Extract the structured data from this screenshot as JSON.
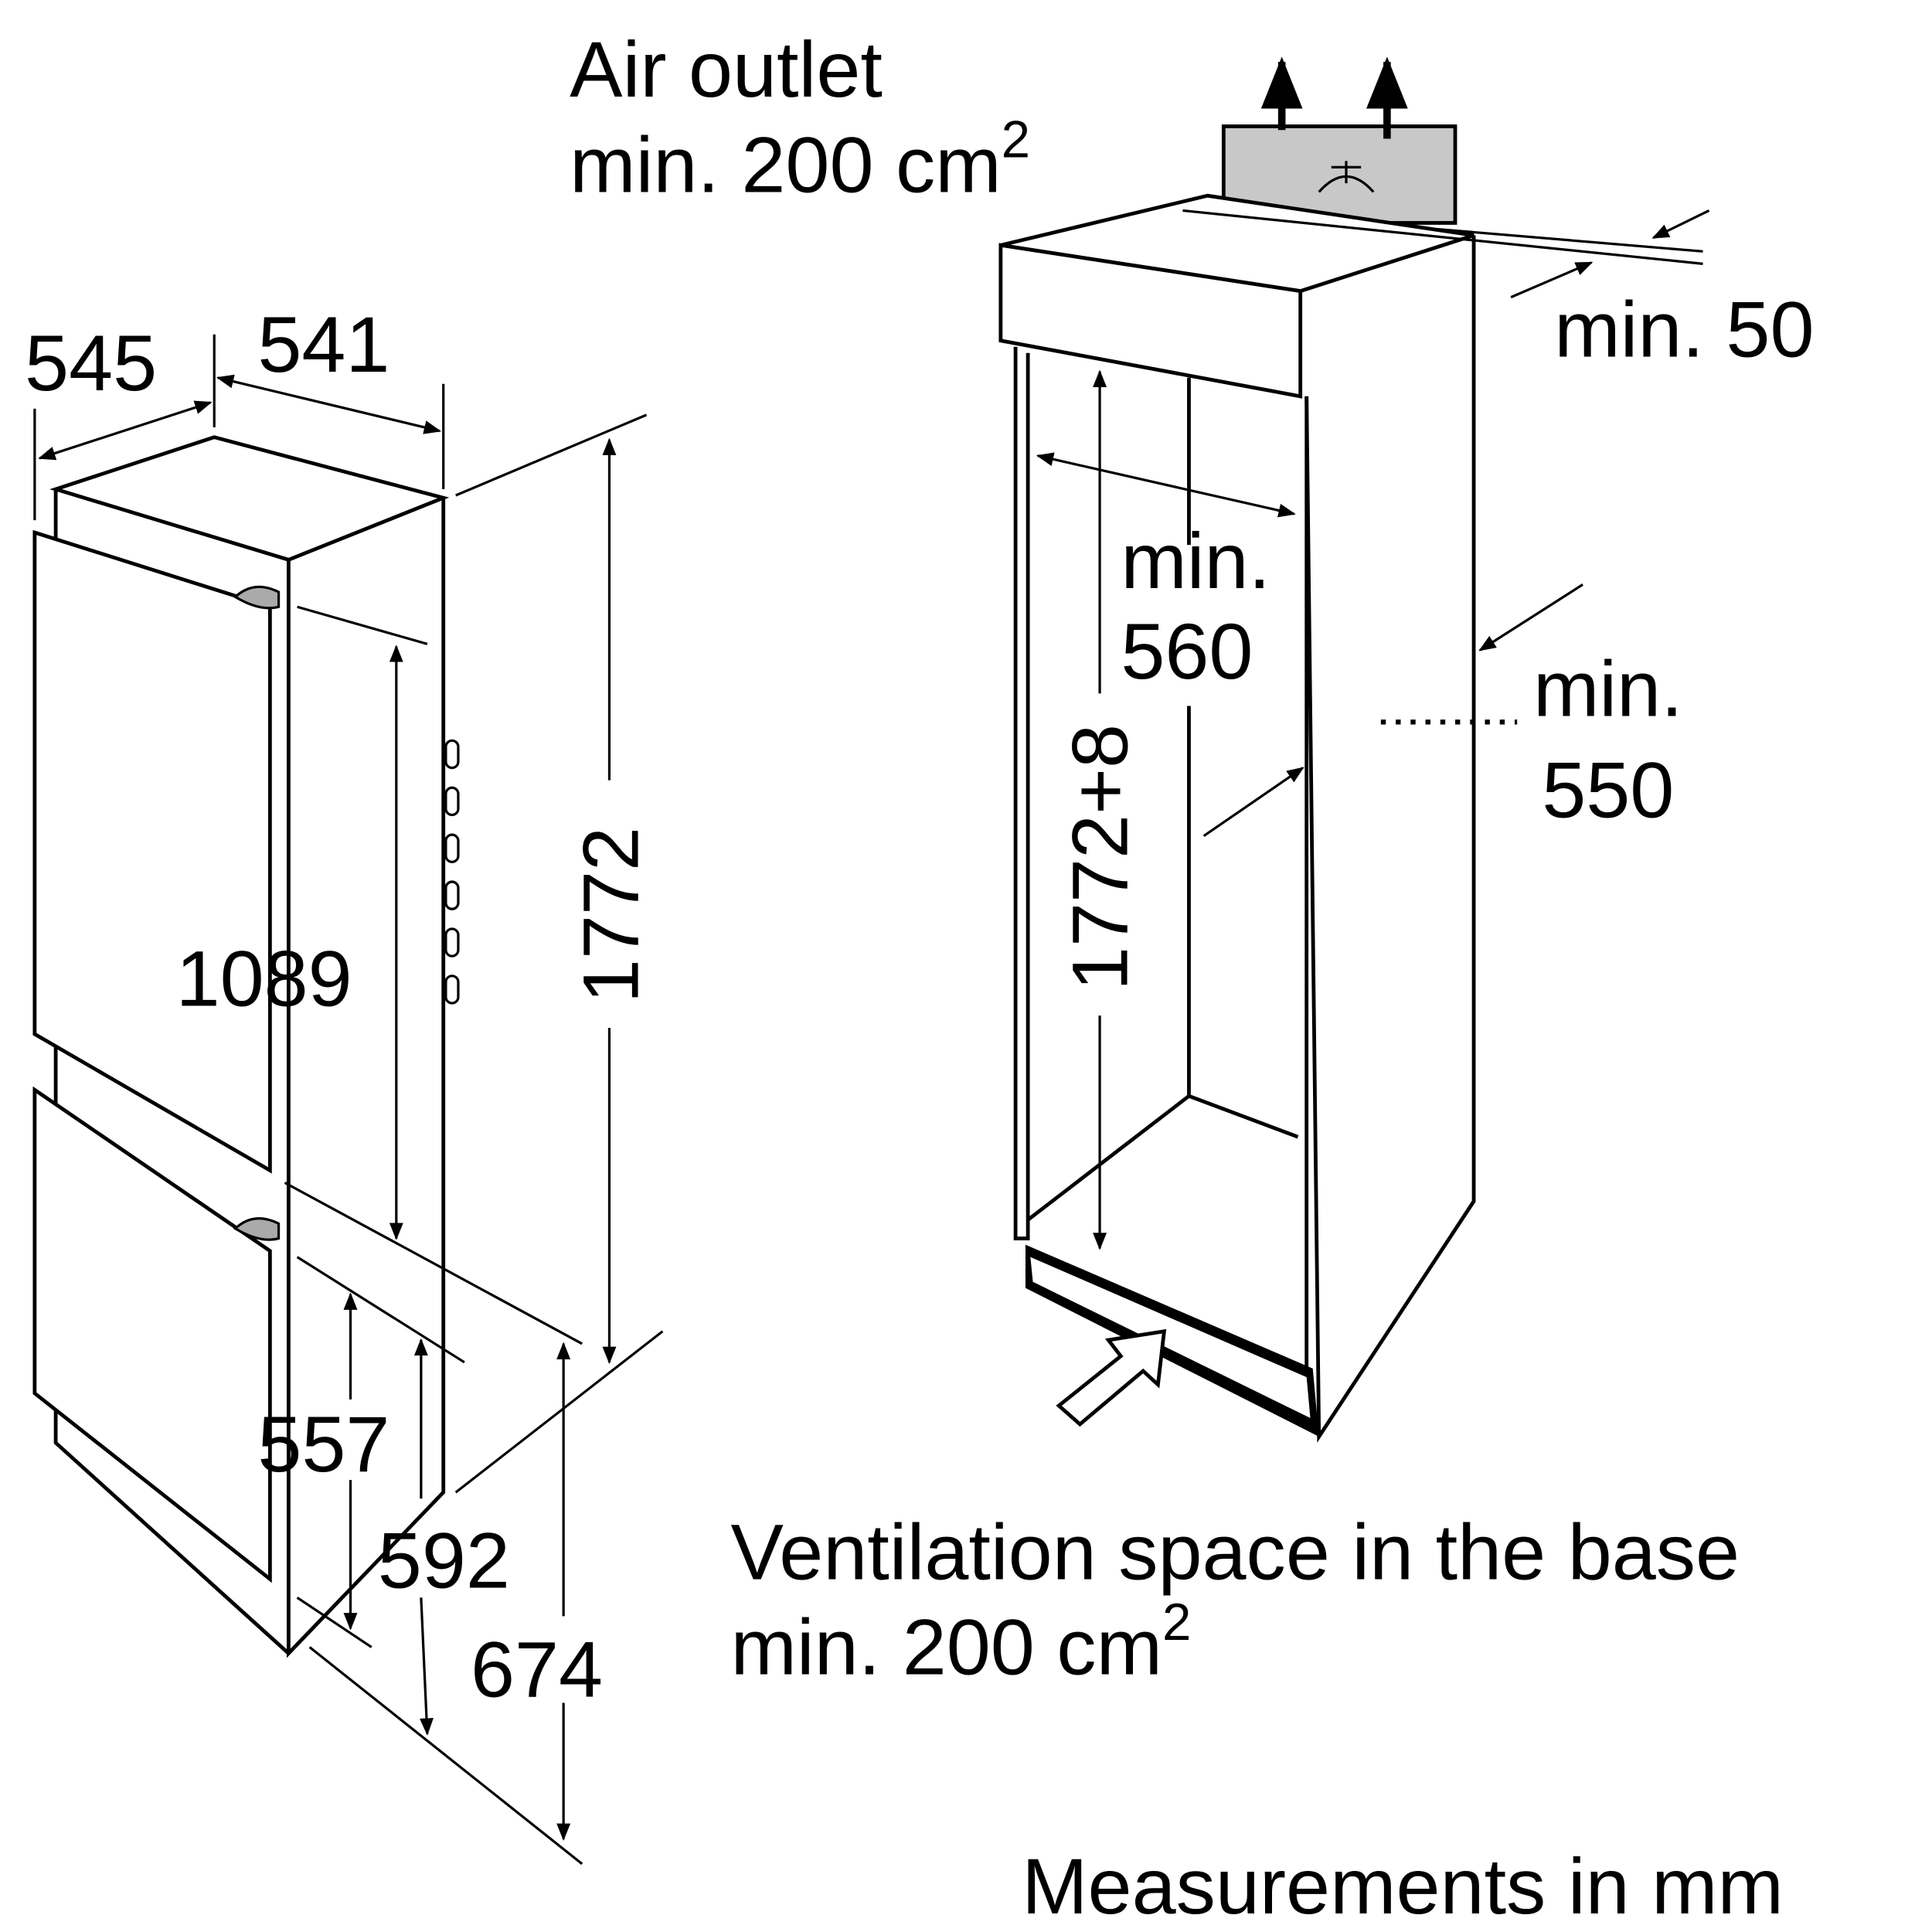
{
  "labels": {
    "air_outlet_line1": "Air outlet",
    "air_outlet_line2": "min. 200 cm",
    "air_outlet_sup": "2",
    "min50": "min. 50",
    "min560_line1": "min.",
    "min560_line2": "560",
    "min550_line1": "min.",
    "min550_line2": "550",
    "height_niche": "1772+8",
    "ventilation_line1": "Ventilation space in the base",
    "ventilation_line2": "min. 200 cm",
    "ventilation_sup": "2",
    "measurements": "Measurements in mm"
  },
  "dimensions": {
    "depth": "545",
    "width": "541",
    "height": "1772",
    "upper_door": "1089",
    "d557": "557",
    "d592": "592",
    "d674": "674"
  },
  "colors": {
    "line": "#000000",
    "panel": "#c8c8c8"
  }
}
